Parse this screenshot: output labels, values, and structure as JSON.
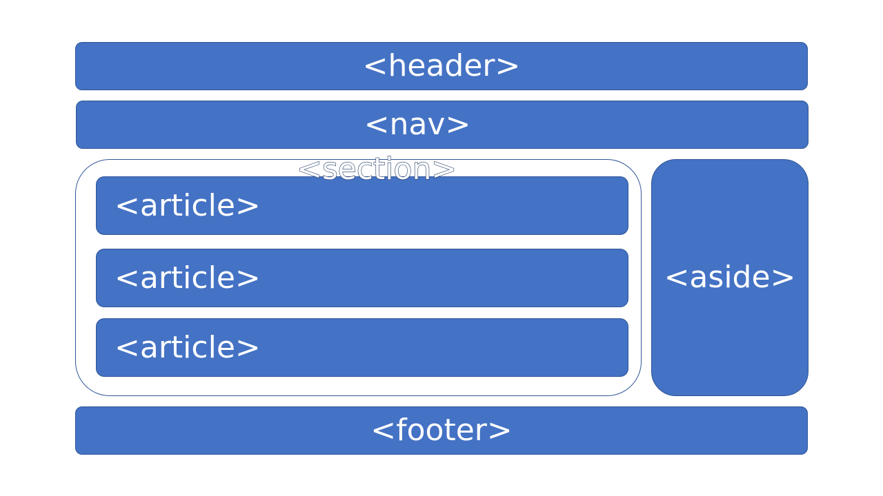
{
  "diagram": {
    "header": "<header>",
    "nav": "<nav>",
    "section": "<section>",
    "articles": [
      "<article>",
      "<article>",
      "<article>"
    ],
    "aside": "<aside>",
    "footer": "<footer>"
  },
  "colors": {
    "block_fill": "#4472c4",
    "block_border": "#2f5597",
    "text": "#ffffff",
    "background": "#ffffff"
  }
}
